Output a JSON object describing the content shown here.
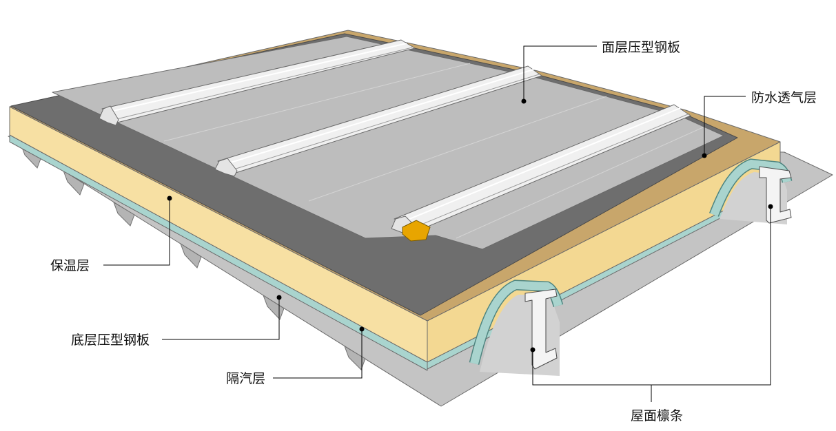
{
  "labels": {
    "top_panel": "面层压型钢板",
    "membrane": "防水透气层",
    "insulation": "保温层",
    "bottom_deck": "底层压型钢板",
    "vapor_barrier": "隔汽层",
    "purlin": "屋面檩条"
  },
  "colors": {
    "insulation_front": "#f7e0a3",
    "insulation_side": "#f3d892",
    "insulation_top_edge": "#c8a66b",
    "membrane": "#6e6e6e",
    "top_panel": "#bdbdbd",
    "rib": "#f0f0f0",
    "clip": "#e8a500",
    "vapor_barrier": "#a9d4ce",
    "bottom_deck": "#c4c4c4",
    "purlin": "#f4f4f4",
    "leader": "#000000"
  }
}
